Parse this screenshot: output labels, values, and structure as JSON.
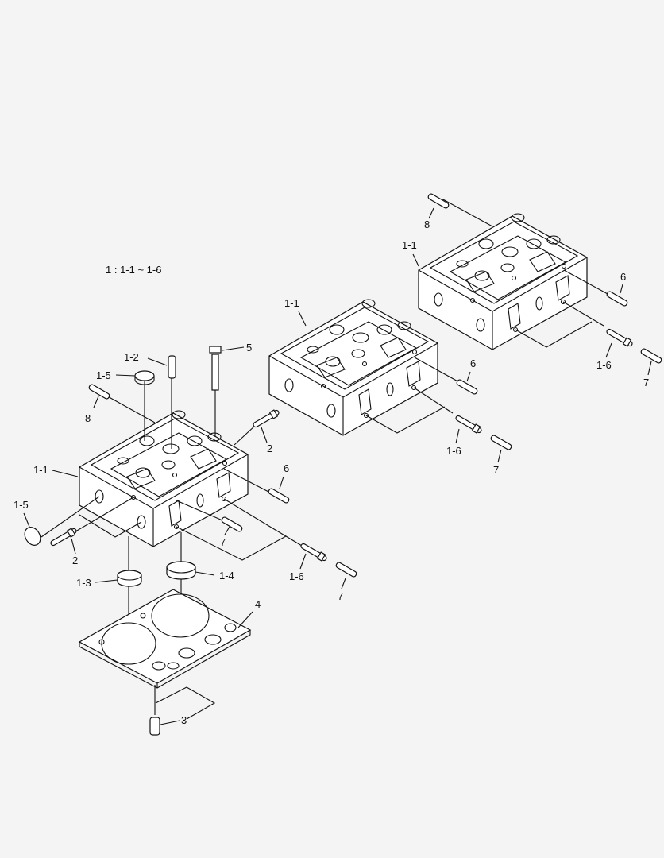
{
  "legend_note": "1 : 1-1 ~ 1-6",
  "labels": {
    "left": [
      "1-2",
      "1-5",
      "5",
      "8",
      "2",
      "1-1",
      "6",
      "1-5",
      "2",
      "7",
      "1-6",
      "7",
      "1-3",
      "1-4",
      "4",
      "3"
    ],
    "middle": [
      "1-1",
      "6",
      "1-6",
      "7"
    ],
    "right": [
      "8",
      "1-1",
      "6",
      "1-6",
      "7"
    ]
  },
  "colors": {
    "background": "#f4f4f4",
    "line": "#111111"
  }
}
